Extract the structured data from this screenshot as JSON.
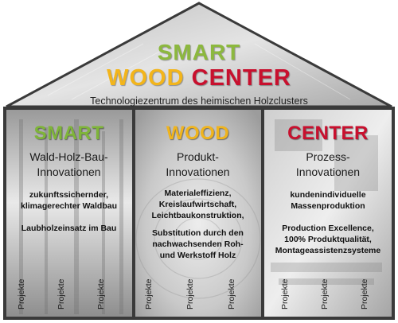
{
  "header": {
    "smart": "SMART",
    "wood": "WOOD",
    "center": "CENTER",
    "subtitle": "Technologiezentrum des heimischen Holzclusters"
  },
  "columns": [
    {
      "title": "SMART",
      "subtitle_lines": [
        "Wald-Holz-Bau-",
        "Innovationen"
      ],
      "detail_blocks": [
        [
          "zukunftssichernder,",
          "klimagerechter Waldbau"
        ],
        [
          "Laubholzeinsatz im Bau"
        ]
      ],
      "projects": [
        "Projekte",
        "Projekte",
        "Projekte"
      ]
    },
    {
      "title": "WOOD",
      "subtitle_lines": [
        "Produkt-",
        "Innovationen"
      ],
      "detail_blocks": [
        [
          "Materialeffizienz,",
          "Kreislaufwirtschaft,",
          "Leichtbaukonstruktion,"
        ],
        [
          "Substitution durch den",
          "nachwachsenden Roh-",
          "und Werkstoff Holz"
        ]
      ],
      "projects": [
        "Projekte",
        "Projekte",
        "Projekte"
      ]
    },
    {
      "title": "CENTER",
      "subtitle_lines": [
        "Prozess-",
        "Innovationen"
      ],
      "detail_blocks": [
        [
          "kundenindividuelle",
          "Massenproduktion"
        ],
        [
          "Production Excellence,",
          "100% Produktqualität,",
          "Montageassistenzsysteme"
        ]
      ],
      "projects": [
        "Projekte",
        "Projekte",
        "Projekte"
      ]
    }
  ]
}
